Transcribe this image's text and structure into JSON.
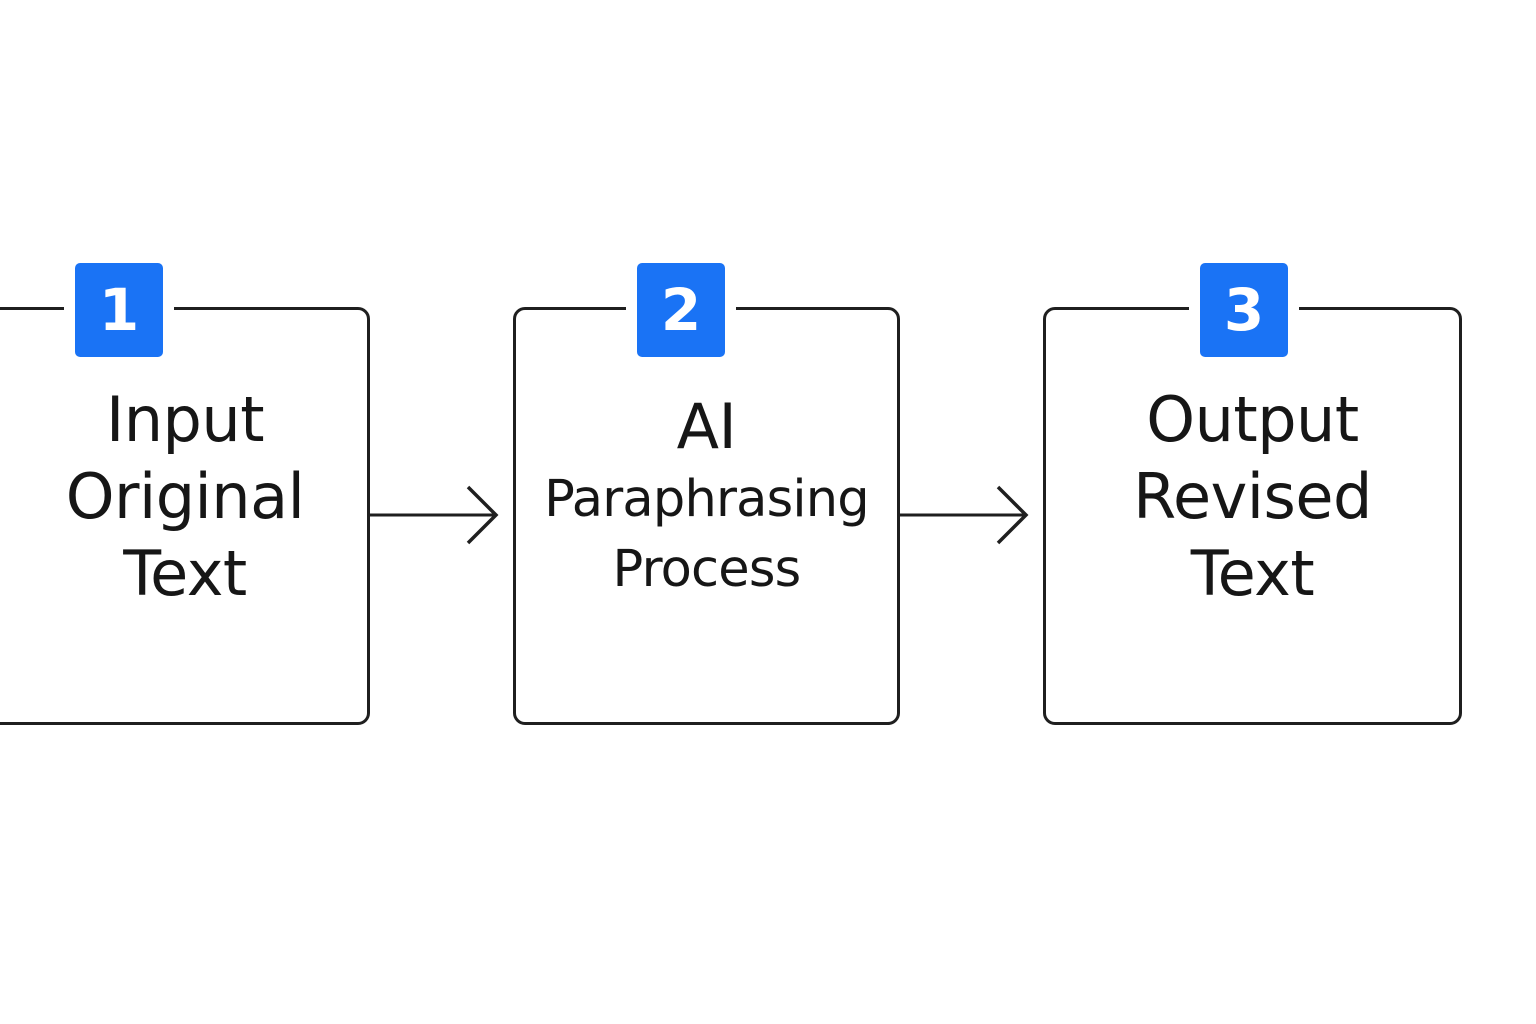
{
  "colors": {
    "badge": "#1a73f5",
    "border": "#1f1f1f",
    "text": "#161616",
    "background": "#ffffff"
  },
  "steps": [
    {
      "number": "1",
      "lines": [
        "Input",
        "Original",
        "Text"
      ]
    },
    {
      "number": "2",
      "lines": [
        "AI",
        "Paraphrasing",
        "Process"
      ]
    },
    {
      "number": "3",
      "lines": [
        "Output",
        "Revised",
        "Text"
      ]
    }
  ],
  "connectors": [
    {
      "from": "1",
      "to": "2",
      "icon": "arrow-right-icon"
    },
    {
      "from": "2",
      "to": "3",
      "icon": "arrow-right-icon"
    }
  ]
}
